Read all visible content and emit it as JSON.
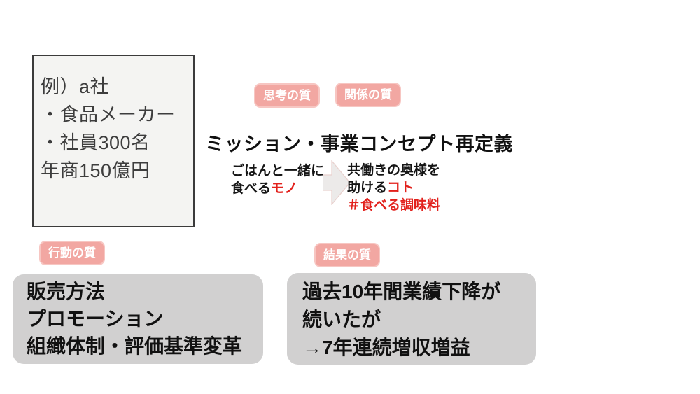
{
  "slide": {
    "company_box": {
      "lines": [
        "例）a社",
        "・食品メーカー",
        "・社員300名",
        "年商150億円"
      ]
    },
    "badges": {
      "thinking": "思考の質",
      "relations": "関係の質",
      "action": "行動の質",
      "results": "結果の質"
    },
    "title": "ミッション・事業コンセプト再定義",
    "transformation": {
      "before_line1": "ごはんと一緒に",
      "before_line2_black": "食べる",
      "before_line2_red": "モノ",
      "after_line1": "共働きの奥様を",
      "after_line2_black": "助ける",
      "after_line2_red": "コト",
      "after_line3_red": "＃食べる調味料",
      "arrow_icon": "right-block-arrow"
    },
    "action_box": {
      "lines": [
        "販売方法",
        "プロモーション",
        "組織体制・評価基準変革"
      ]
    },
    "results_box": {
      "lines": [
        "過去10年間業績下降が",
        "続いたが",
        "→7年連続増収増益"
      ]
    },
    "colors": {
      "badge_pink": "#f2a7a2",
      "accent_red": "#e2211c",
      "box_gray": "#d1d0d0",
      "info_box_bg": "#f4f4f2",
      "info_box_border": "#3b3b3b",
      "arrow_fill": "#eceae9",
      "arrow_outline": "#e8d0cd"
    }
  }
}
